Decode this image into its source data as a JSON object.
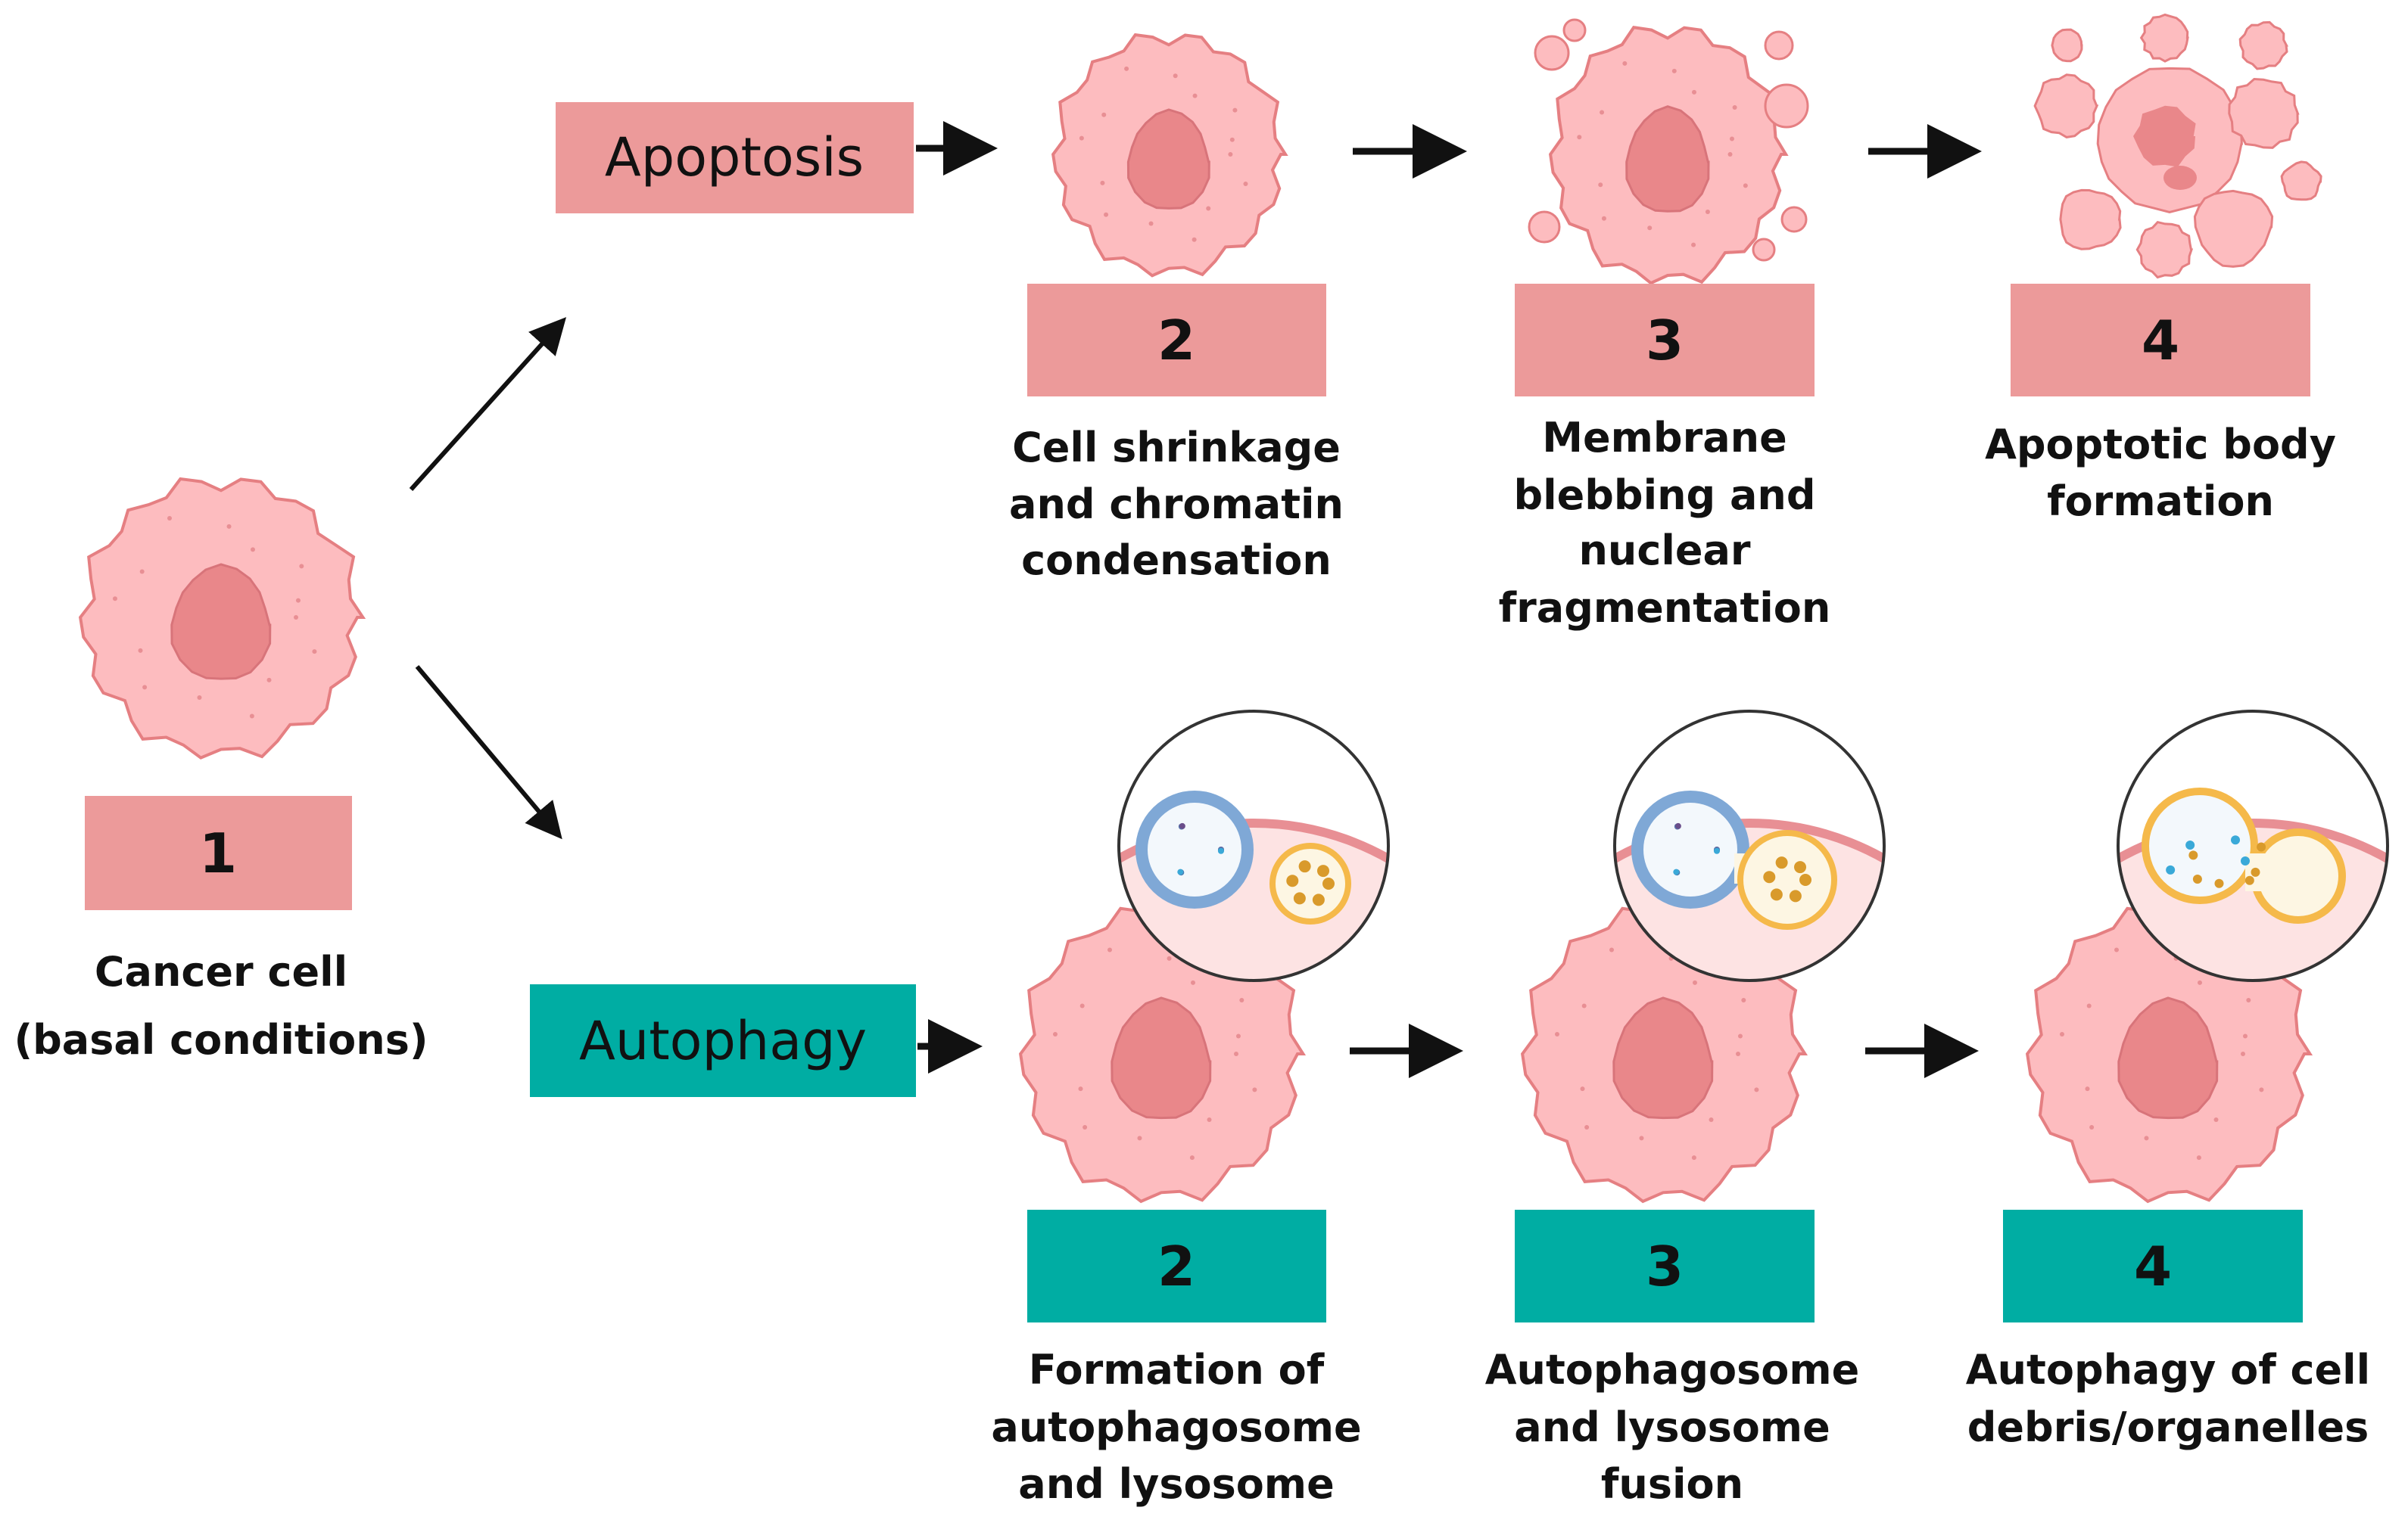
{
  "colors": {
    "apoptosis": "#ec9a9a",
    "autophagy": "#00ada3",
    "cell_fill": "#fdbcbf",
    "cell_stroke": "#e57f82",
    "nucleus": "#e9878a",
    "autophagosome": "#7fa8d6",
    "lysosome": "#f5b94a"
  },
  "start": {
    "number": "1",
    "caption": [
      "Cancer cell",
      "(basal conditions)"
    ]
  },
  "apoptosis": {
    "title": "Apoptosis",
    "steps": [
      {
        "number": "2",
        "caption": [
          "Cell shrinkage",
          "and chromatin",
          "condensation"
        ]
      },
      {
        "number": "3",
        "caption": [
          "Membrane",
          "blebbing and",
          "nuclear",
          "fragmentation"
        ]
      },
      {
        "number": "4",
        "caption": [
          "Apoptotic body",
          "formation"
        ]
      }
    ]
  },
  "autophagy": {
    "title": "Autophagy",
    "steps": [
      {
        "number": "2",
        "caption": [
          "Formation of",
          "autophagosome",
          "and lysosome"
        ]
      },
      {
        "number": "3",
        "caption": [
          "Autophagosome",
          "and lysosome",
          "fusion"
        ]
      },
      {
        "number": "4",
        "caption": [
          "Autophagy of cell",
          "debris/organelles"
        ]
      }
    ]
  }
}
